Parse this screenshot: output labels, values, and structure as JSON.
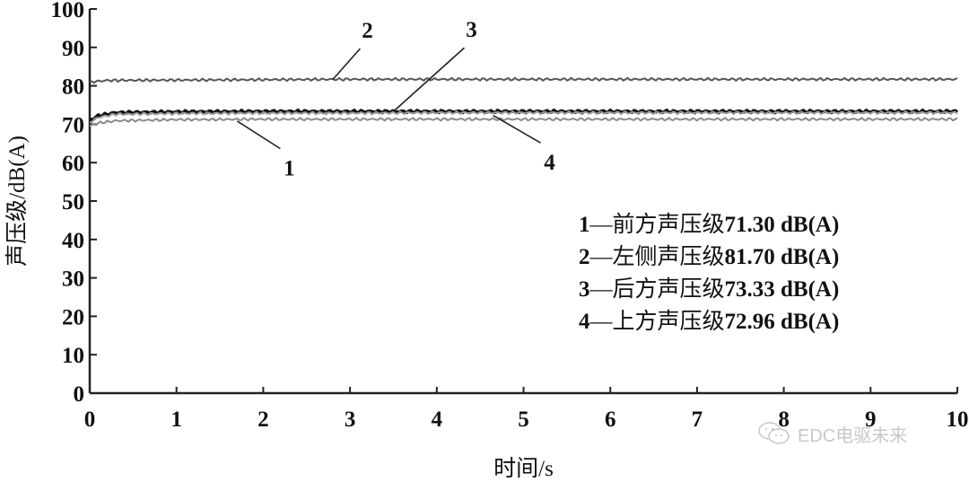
{
  "chart_data": {
    "type": "line",
    "title": "",
    "xlabel": "时间/s",
    "ylabel": "声压级/dB(A)",
    "xlim": [
      0,
      10
    ],
    "ylim": [
      0,
      100
    ],
    "x_ticks": [
      "0",
      "1",
      "2",
      "3",
      "4",
      "5",
      "6",
      "7",
      "8",
      "9",
      "10"
    ],
    "y_ticks": [
      "0",
      "10",
      "20",
      "30",
      "40",
      "50",
      "60",
      "70",
      "80",
      "90",
      "100"
    ],
    "grid": false,
    "series": [
      {
        "id": "1",
        "name": "前方声压级",
        "value_label": "71.30 dB(A)",
        "mean": 71.3,
        "start": 69.5,
        "color": "#8a8a8a",
        "width": 2,
        "x": [
          0,
          0.1,
          0.3,
          1,
          2,
          3,
          4,
          5,
          6,
          7,
          8,
          9,
          10
        ],
        "y": [
          69.5,
          70.3,
          70.9,
          71.2,
          71.3,
          71.3,
          71.3,
          71.3,
          71.3,
          71.3,
          71.3,
          71.3,
          71.3
        ]
      },
      {
        "id": "2",
        "name": "左侧声压级",
        "value_label": "81.70 dB(A)",
        "mean": 81.7,
        "start": 81.0,
        "color": "#555555",
        "width": 2,
        "x": [
          0,
          0.2,
          1,
          2,
          3,
          4,
          5,
          6,
          7,
          8,
          9,
          10
        ],
        "y": [
          81.0,
          81.4,
          81.5,
          81.6,
          81.7,
          81.7,
          81.7,
          81.7,
          81.7,
          81.7,
          81.7,
          81.7
        ]
      },
      {
        "id": "3",
        "name": "后方声压级",
        "value_label": "73.33 dB(A)",
        "mean": 73.33,
        "start": 71.0,
        "color": "#111111",
        "width": 3.5,
        "x": [
          0,
          0.1,
          0.3,
          1,
          2,
          3,
          4,
          5,
          6,
          7,
          8,
          9,
          10
        ],
        "y": [
          71.0,
          72.2,
          73.0,
          73.2,
          73.3,
          73.3,
          73.3,
          73.3,
          73.3,
          73.3,
          73.3,
          73.3,
          73.3
        ]
      },
      {
        "id": "4",
        "name": "上方声压级",
        "value_label": "72.96 dB(A)",
        "mean": 72.96,
        "start": 70.5,
        "color": "#9a9a9a",
        "width": 2,
        "x": [
          0,
          0.1,
          0.3,
          1,
          2,
          3,
          4,
          5,
          6,
          7,
          8,
          9,
          10
        ],
        "y": [
          70.5,
          71.8,
          72.6,
          72.8,
          72.9,
          72.9,
          73.0,
          73.0,
          73.0,
          73.0,
          73.0,
          73.0,
          73.0
        ]
      }
    ],
    "annotations": [
      {
        "text": "1",
        "x": 2.3,
        "y": 58.5,
        "points_to": [
          1.7,
          70.8
        ]
      },
      {
        "text": "2",
        "x": 3.2,
        "y": 92.5,
        "points_to": [
          2.8,
          81.6
        ]
      },
      {
        "text": "3",
        "x": 4.4,
        "y": 92.7,
        "points_to": [
          3.5,
          73.3
        ]
      },
      {
        "text": "4",
        "x": 5.3,
        "y": 60.0,
        "points_to": [
          4.65,
          72.3
        ]
      }
    ],
    "legend_position": "inside-right"
  },
  "legend": {
    "items": [
      {
        "num": "1",
        "dash": "—",
        "label": "前方声压级",
        "value": "71.30 dB(A)"
      },
      {
        "num": "2",
        "dash": "—",
        "label": "左侧声压级",
        "value": "81.70 dB(A)"
      },
      {
        "num": "3",
        "dash": "—",
        "label": "后方声压级",
        "value": "73.33 dB(A)"
      },
      {
        "num": "4",
        "dash": "—",
        "label": "上方声压级",
        "value": "72.96 dB(A)"
      }
    ]
  },
  "watermark": {
    "text": "EDC电驱未来",
    "icon": "wechat-icon"
  }
}
